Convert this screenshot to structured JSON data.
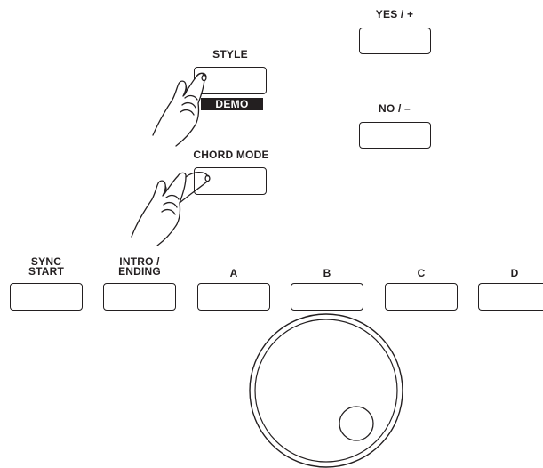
{
  "panel": {
    "style_label": "STYLE",
    "demo_label": "DEMO",
    "chord_mode_label": "CHORD MODE",
    "yes_label": "YES / +",
    "no_label": "NO / –",
    "sync_start_line1": "SYNC",
    "sync_start_line2": "START",
    "intro_ending_line1": "INTRO /",
    "intro_ending_line2": "ENDING",
    "a_label": "A",
    "b_label": "B",
    "c_label": "C",
    "d_label": "D"
  },
  "icons": {
    "hand_style": "pointing-hand-icon",
    "hand_chord": "pointing-hand-icon",
    "dial": "data-dial-knob"
  },
  "colors": {
    "ink": "#231f20",
    "background": "#ffffff"
  }
}
